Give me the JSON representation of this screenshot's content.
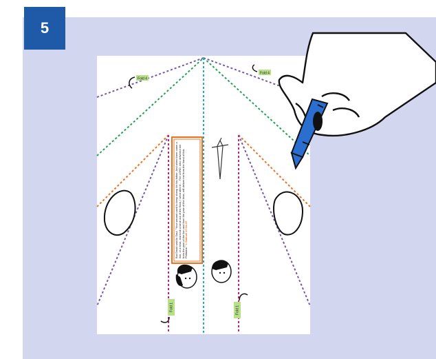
{
  "step": {
    "number": "5"
  },
  "colors": {
    "panel_bg": "#d2d6ee",
    "badge_bg": "#1f5aa8",
    "fold_purple": "#7755aa",
    "fold_green": "#23a055",
    "fold_orange": "#f07020",
    "fold_teal": "#22aacc",
    "fold_magenta": "#c02080",
    "crayon_blue": "#2a6fd0"
  },
  "template": {
    "verse_text": "But David said to Saul, \"Your servant used to keep sheep for his father. And when there came a lion, or a bear, and took a lamb out of the flock, I went after it ... The LORD, who delivered me from the paw of the lion and from the paw of the bear, will deliver me from the hand of this Philistine.\"",
    "verse_reference": "1 Samuel 17:34-37",
    "fold_labels": [
      "Fold 4",
      "Fold 4",
      "Fold 1",
      "Fold 1"
    ]
  },
  "icons": [
    "crayon-icon",
    "hand-icon",
    "sword-icon",
    "stone-icon",
    "david-face-icon",
    "goliath-face-icon",
    "fold-arrow-icon"
  ]
}
